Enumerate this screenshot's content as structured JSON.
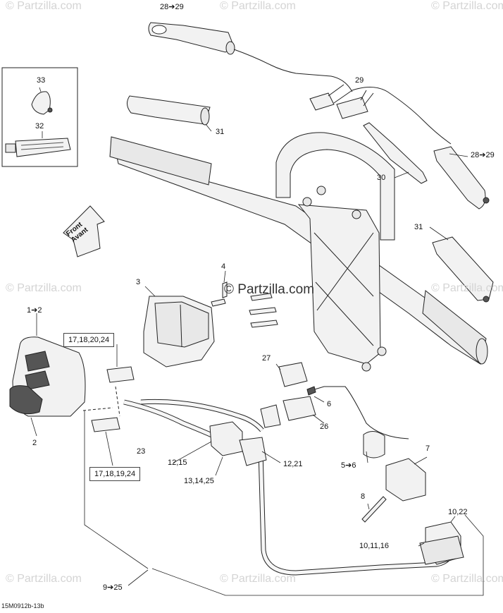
{
  "watermark": {
    "brand": "Partzilla.com",
    "brand_faint": "© Partzilla.com",
    "copyright_symbol": "©"
  },
  "diagram": {
    "reference_code": "15M0912b-13b",
    "direction_arrow": {
      "line1": "Front",
      "line2": "Avant"
    },
    "callouts": [
      "28➔29",
      "29",
      "33",
      "32",
      "31",
      "30",
      "28➔29",
      "31",
      "4",
      "3",
      "1➔2",
      "2",
      "27",
      "6",
      "26",
      "23",
      "12,15",
      "13,14,25",
      "12,21",
      "5➔6",
      "7",
      "8",
      "10,22",
      "10,11,16",
      "9➔25"
    ],
    "boxed_labels": [
      "17,18,20,24",
      "17,18,19,24"
    ]
  },
  "colors": {
    "line": "#222222",
    "fill": "#f2f2f2",
    "watermark": "#d4d4d4"
  }
}
